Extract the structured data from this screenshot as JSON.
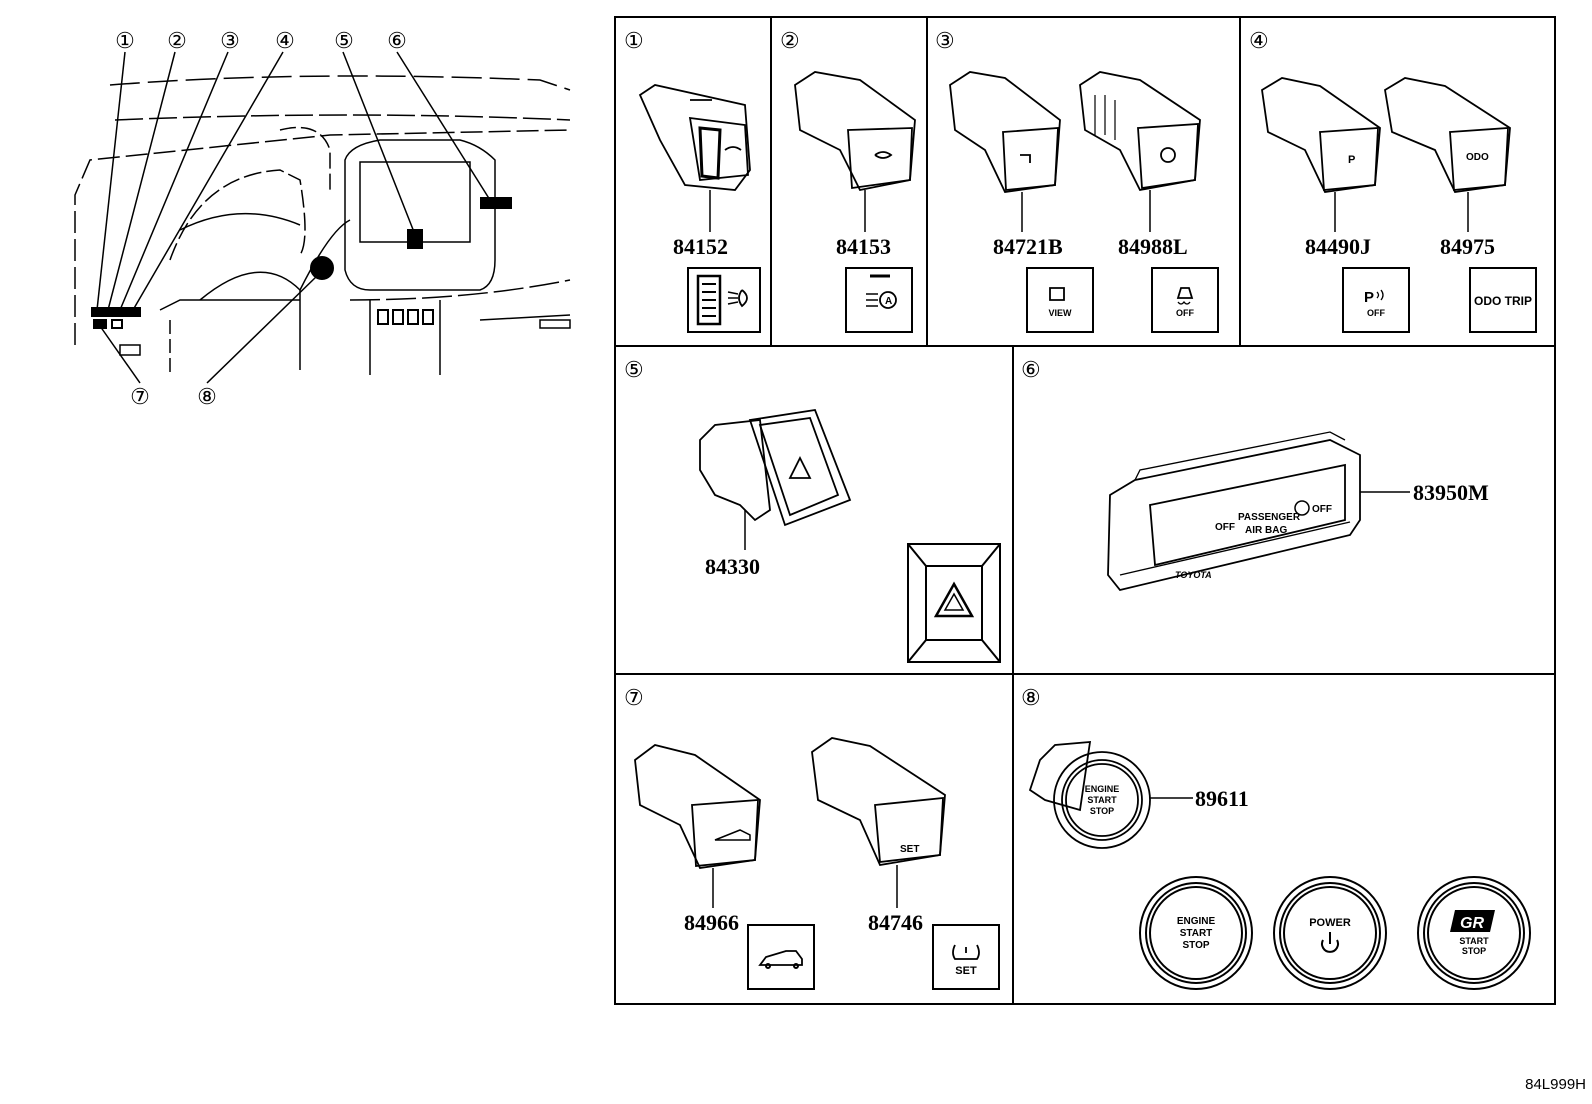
{
  "overview": {
    "callouts": [
      "①",
      "②",
      "③",
      "④",
      "⑤",
      "⑥",
      "⑦",
      "⑧"
    ]
  },
  "panels": [
    {
      "num": "①",
      "parts": [
        {
          "pn": "84152",
          "icon": "dimmer-headlight-icon"
        }
      ]
    },
    {
      "num": "②",
      "parts": [
        {
          "pn": "84153",
          "icon": "auto-high-beam-icon"
        }
      ]
    },
    {
      "num": "③",
      "parts": [
        {
          "pn": "84721B",
          "icon": "camera-view-icon",
          "label": "VIEW"
        },
        {
          "pn": "84988L",
          "icon": "traction-control-off-icon",
          "label": "OFF"
        }
      ]
    },
    {
      "num": "④",
      "parts": [
        {
          "pn": "84490J",
          "icon": "parking-sensor-off-icon",
          "label": "OFF"
        },
        {
          "pn": "84975",
          "icon": "odo-trip-icon",
          "label": "ODO TRIP"
        }
      ]
    },
    {
      "num": "⑤",
      "parts": [
        {
          "pn": "84330",
          "icon": "hazard-warning-icon"
        }
      ]
    },
    {
      "num": "⑥",
      "parts": [
        {
          "pn": "83950M",
          "icon": "passenger-airbag-indicator"
        }
      ],
      "labels": {
        "left": "OFF",
        "center1": "PASSENGER",
        "center2": "AIR BAG",
        "right": "OFF",
        "brand": "TOYOTA"
      }
    },
    {
      "num": "⑦",
      "parts": [
        {
          "pn": "84966",
          "icon": "rear-hatch-icon"
        },
        {
          "pn": "84746",
          "icon": "tire-pressure-set-icon",
          "label": "SET"
        }
      ]
    },
    {
      "num": "⑧",
      "parts": [
        {
          "pn": "89611",
          "icon": "engine-start-stop-icon"
        }
      ],
      "buttons": [
        {
          "l1": "ENGINE",
          "l2": "START",
          "l3": "STOP"
        },
        {
          "l1": "POWER"
        },
        {
          "logo": "GR",
          "l2": "START",
          "l3": "STOP"
        }
      ]
    }
  ],
  "diagram_id": "84L999H"
}
